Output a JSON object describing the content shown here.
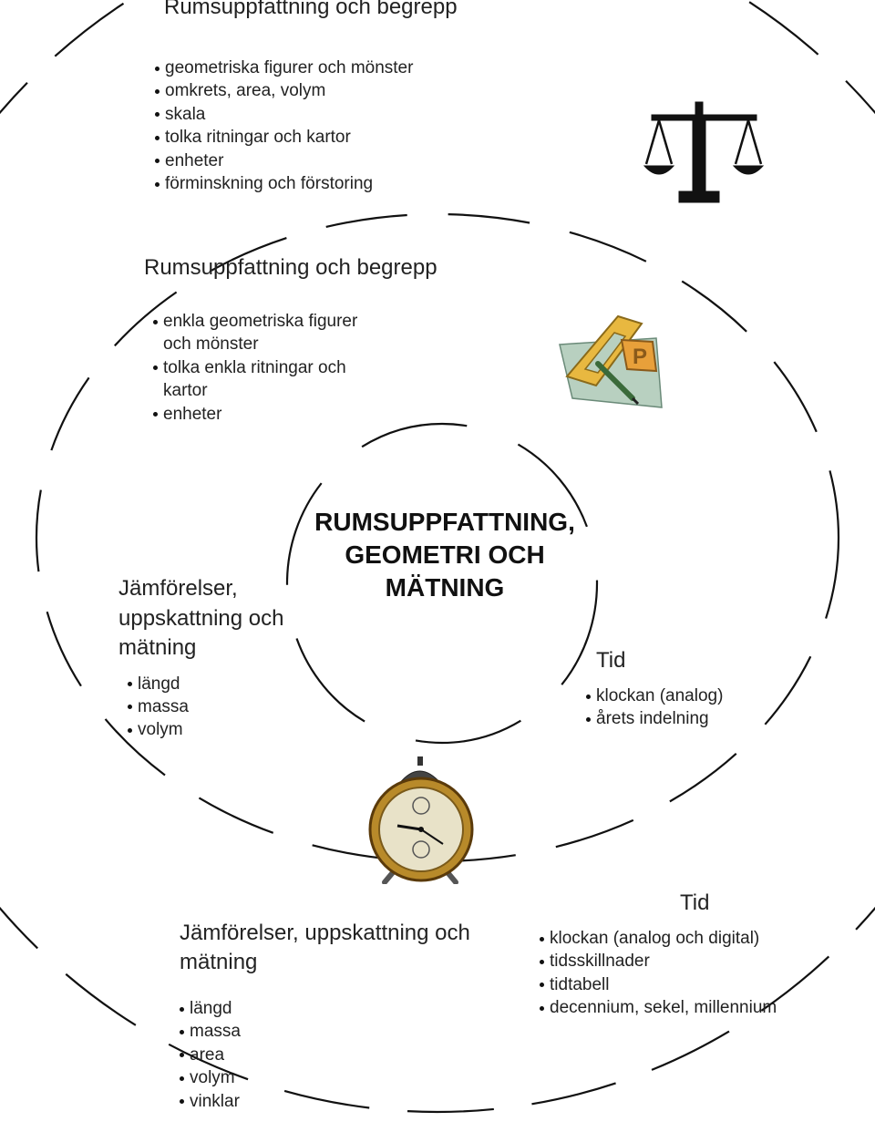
{
  "outer_top": {
    "title": "Rumsuppfattning och begrepp",
    "items": [
      "geometriska figurer och mönster",
      "omkrets, area, volym",
      "skala",
      "tolka ritningar och kartor",
      "enheter",
      "förminskning och förstoring"
    ]
  },
  "middle_top": {
    "title": "Rumsuppfattning och begrepp",
    "items": [
      "enkla geometriska figurer och mönster",
      "tolka enkla ritningar och kartor",
      "enheter"
    ]
  },
  "center": {
    "title": "RUMSUPPFATTNING, GEOMETRI OCH MÄTNING"
  },
  "middle_left": {
    "title": "Jämförelser, uppskattning och mätning",
    "items": [
      "längd",
      "massa",
      "volym"
    ]
  },
  "middle_right": {
    "title": "Tid",
    "items": [
      "klockan (analog)",
      "årets indelning"
    ]
  },
  "outer_bottom_left": {
    "title": "Jämförelser, uppskattning och mätning",
    "items": [
      "längd",
      "massa",
      "area",
      "volym",
      "vinklar"
    ]
  },
  "outer_bottom_right": {
    "title": "Tid",
    "items": [
      "klockan (analog och digital)",
      "tidsskillnader",
      "tidtabell",
      "decennium, sekel, millennium"
    ]
  },
  "images": {
    "top_right": "balance-scale-icon",
    "middle_right": "drafting-tools-icon",
    "bottom": "alarm-clock-icon"
  },
  "colors": {
    "ring_stroke": "#111111",
    "paper": "#b8d0c0",
    "triangle": "#e8b840",
    "clock_brass": "#b88a2a"
  }
}
